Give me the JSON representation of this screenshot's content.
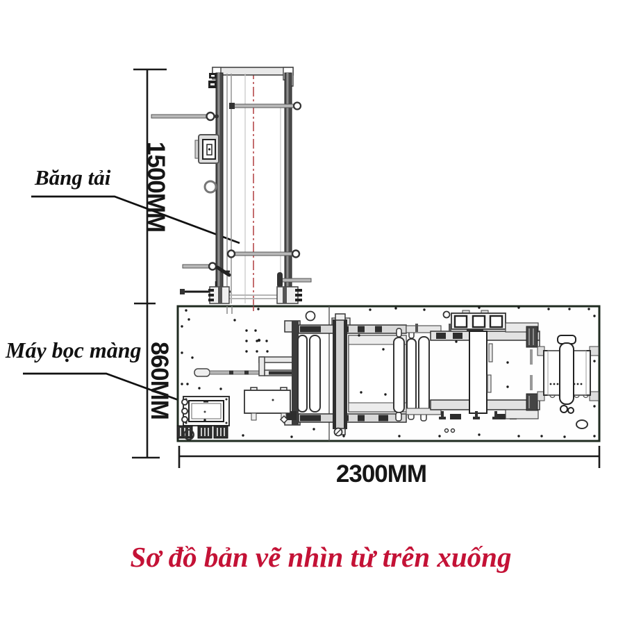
{
  "title": {
    "text": "Sơ đồ bản vẽ nhìn từ trên xuống",
    "color": "#C41236"
  },
  "labels": {
    "conveyor": "Băng tải",
    "wrapping_machine": "Máy bọc màng"
  },
  "dimensions": {
    "conveyor_height": "1500MM",
    "machine_depth": "860MM",
    "machine_length": "2300MM"
  },
  "colors": {
    "centerline": "#b5494b",
    "line_art": "#1a1a1a",
    "title": "#C41236"
  }
}
